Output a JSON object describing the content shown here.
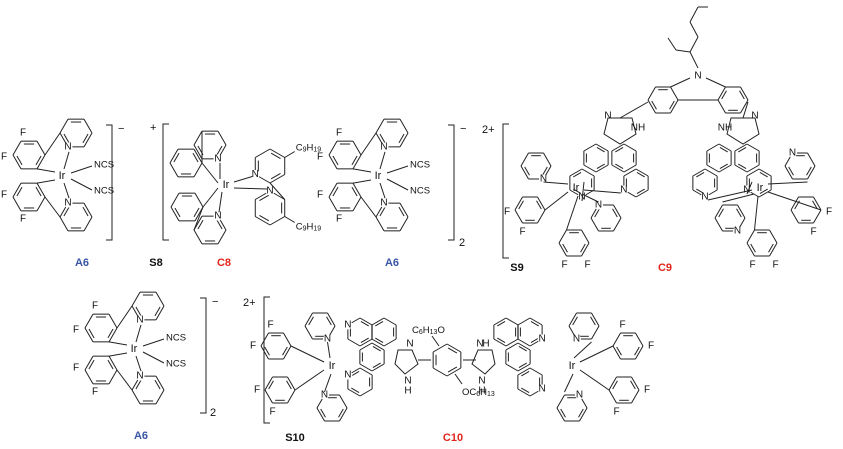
{
  "compounds": {
    "a6_row1_a": "A6",
    "s8": "S8",
    "c8": "C8",
    "a6_row1_b": "A6",
    "s9": "S9",
    "c9": "C9",
    "a6_row2": "A6",
    "s10": "S10",
    "c10": "C10"
  },
  "stoich": {
    "row1": "2",
    "row2": "2"
  },
  "charges": {
    "a6_row1_a": "−",
    "c8": "+",
    "a6_row1_b": "−",
    "c9": "2+",
    "a6_row2": "−",
    "c10": "2+"
  },
  "atoms": {
    "ir": "Ir",
    "n": "N",
    "f": "F",
    "ncs": "NCS",
    "nh": "NH",
    "h": "H",
    "c9h19": "C9H19",
    "c6h13o": "C6H13O",
    "oc6h13": "OC6H13"
  },
  "colors": {
    "blue": "#3a56a5",
    "red": "#e1261c",
    "black": "#111111"
  }
}
